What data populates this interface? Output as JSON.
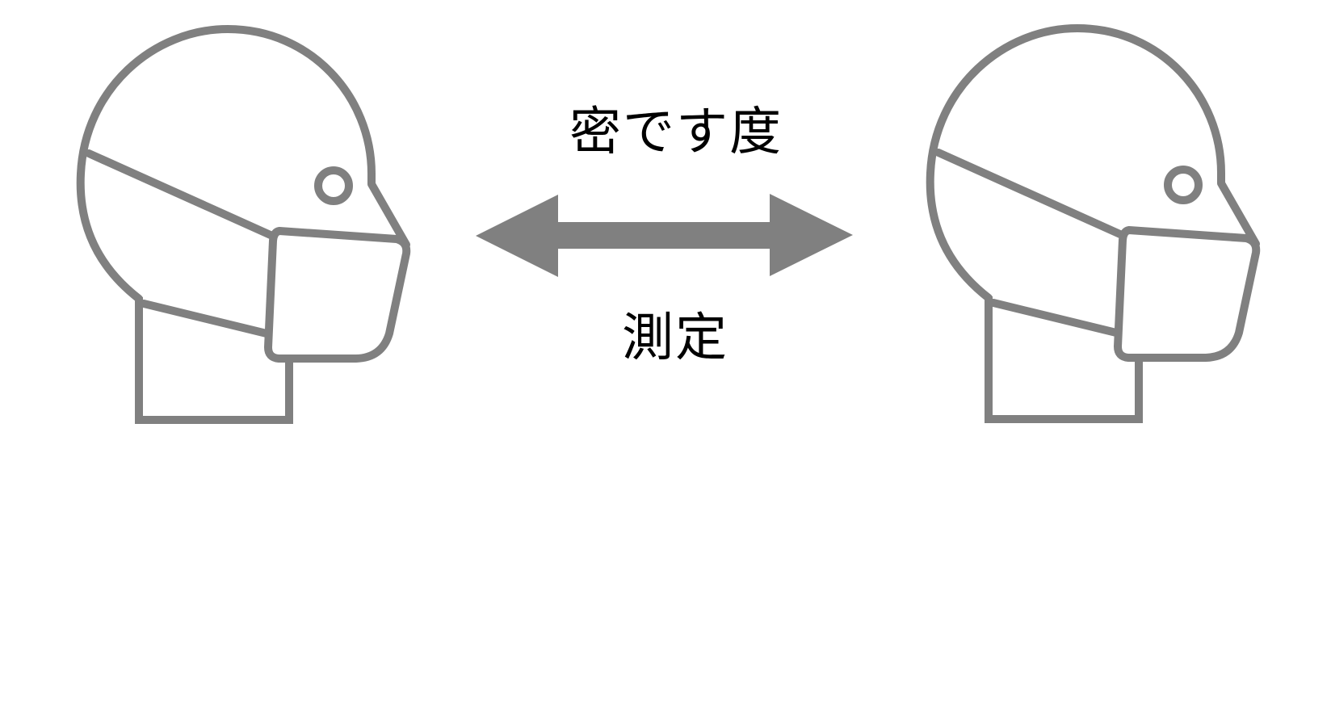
{
  "diagram": {
    "top_label": "密です度",
    "bottom_label": "測定",
    "figures": [
      {
        "icon": "masked-person-side-profile-icon",
        "facing": "right"
      },
      {
        "icon": "masked-person-side-profile-icon",
        "facing": "right"
      }
    ],
    "connector": {
      "icon": "double-headed-arrow-icon"
    },
    "colors": {
      "outline": "#808080",
      "arrow": "#808080",
      "text": "#000000",
      "background": "#ffffff"
    }
  }
}
